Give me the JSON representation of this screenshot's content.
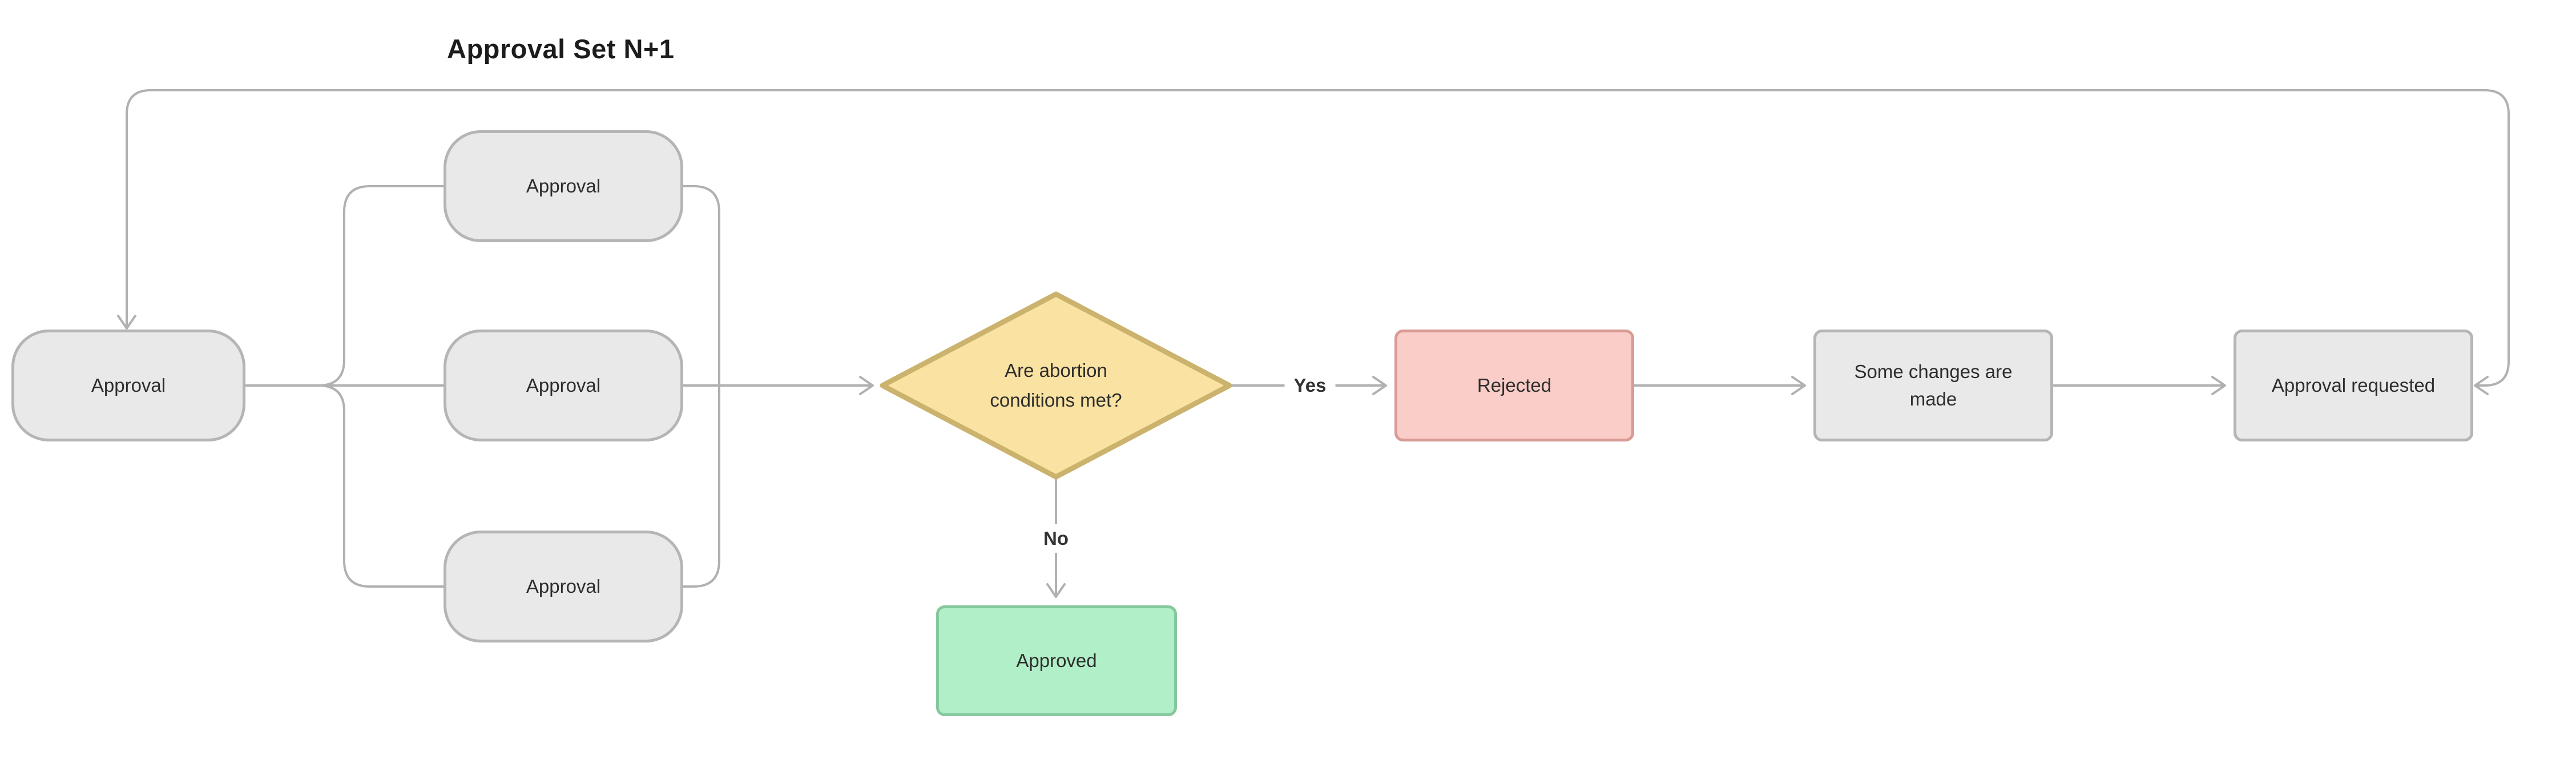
{
  "title": "Approval Set N+1",
  "nodes": {
    "approval_start": {
      "label": "Approval",
      "shape": "stadium"
    },
    "approval_branch_1": {
      "label": "Approval",
      "shape": "stadium"
    },
    "approval_branch_2": {
      "label": "Approval",
      "shape": "stadium"
    },
    "approval_branch_3": {
      "label": "Approval",
      "shape": "stadium"
    },
    "decision": {
      "label": "Are abortion conditions met?",
      "shape": "diamond"
    },
    "rejected": {
      "label": "Rejected",
      "shape": "rect",
      "status": "negative"
    },
    "changes": {
      "label": "Some changes are made",
      "shape": "rect"
    },
    "requested": {
      "label": "Approval requested",
      "shape": "rect"
    },
    "approved": {
      "label": "Approved",
      "shape": "rect",
      "status": "positive"
    }
  },
  "edge_labels": {
    "yes": "Yes",
    "no": "No"
  },
  "colors": {
    "node-fill": "#e9e9e9",
    "node-border": "#b5b5b5",
    "decision-fill": "#fae2a2",
    "decision-border": "#cbb36d",
    "rejected-fill": "#facdc8",
    "rejected-border": "#d89b95",
    "approved-fill": "#b1efc8",
    "approved-border": "#86c89e",
    "edge-color": "#b1b1b1",
    "text-color": "#2d2d2d",
    "label-color": "#333333",
    "title-color": "#1c1c1c"
  }
}
